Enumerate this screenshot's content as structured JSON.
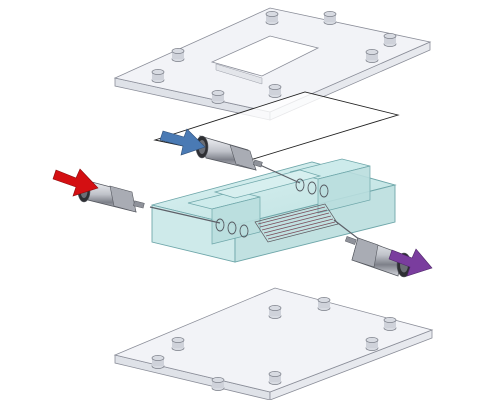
{
  "colors": {
    "background": "#ffffff",
    "plate_fill": "#eef0f4",
    "plate_stroke": "#8a8d98",
    "glass_fill": "#bfe3e3",
    "glass_stroke": "#6fa7aa",
    "bolt_fill": "#d8dbe2",
    "membrane_stroke": "#222222",
    "fitting_metal": "#c7c9cf",
    "fitting_dark": "#3c3c40",
    "arrow_red": "#d40f12",
    "arrow_blue": "#4a7ab4",
    "arrow_purple": "#7a3d9e",
    "channel": "#7a4b5a"
  },
  "components": {
    "top_plate": "top-clamp-plate",
    "membrane": "membrane-sheet",
    "chip": "microfluidic-chip",
    "bottom_plate": "bottom-clamp-plate",
    "fittings": [
      "inlet-fitting-blue",
      "inlet-fitting-red",
      "outlet-fitting-purple"
    ]
  },
  "arrows": [
    {
      "name": "blue-inlet-arrow",
      "color": "arrow_blue",
      "direction": "in"
    },
    {
      "name": "red-inlet-arrow",
      "color": "arrow_red",
      "direction": "in"
    },
    {
      "name": "purple-outlet-arrow",
      "color": "arrow_purple",
      "direction": "out"
    }
  ]
}
